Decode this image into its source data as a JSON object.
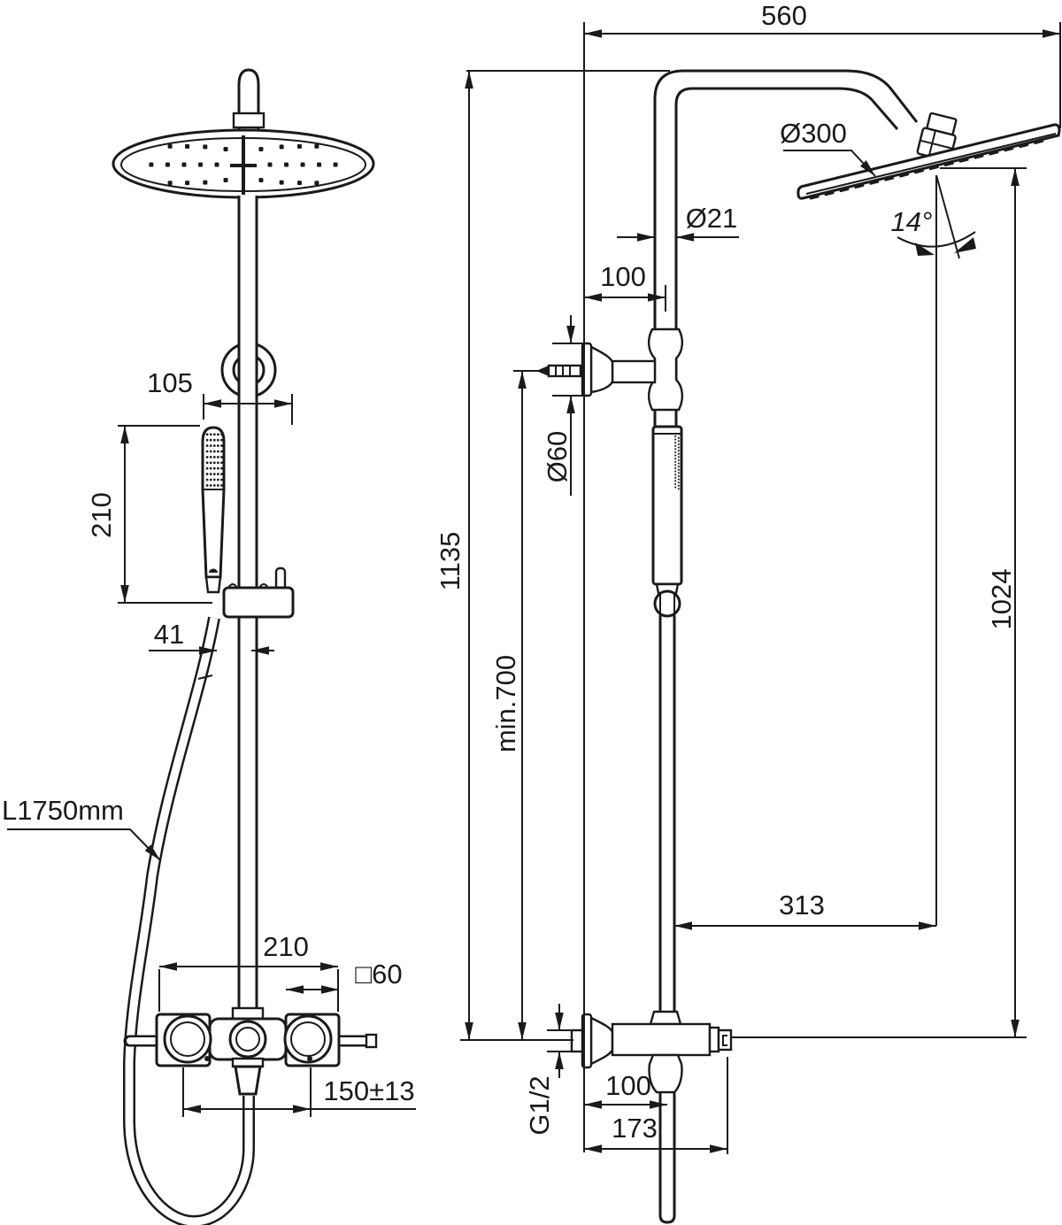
{
  "drawing": {
    "kind": "technical dimension drawing",
    "subject": "exposed shower system with overhead rain shower, hand shower and dual-control mixer valve",
    "ink_color": "#1a1a1a",
    "background_color": "#ffffff",
    "front_view": {
      "dim_head_offset": "105",
      "dim_handshower_length": "210",
      "dim_hose_offset": "41",
      "hose_length_label": "L1750mm",
      "dim_valve_width": "210",
      "dim_escutcheon_square": "□60",
      "dim_connection_centers": "150±13"
    },
    "side_view": {
      "dim_arm_reach": "560",
      "dim_head_diameter": "Ø300",
      "dim_pipe_diameter": "Ø21",
      "dim_bracket_offset": "100",
      "dim_bracket_flange_diameter": "Ø60",
      "dim_head_angle": "14°",
      "dim_total_height": "1135",
      "dim_min_height": "min.700",
      "dim_head_above_outlet": "1024",
      "dim_head_to_wall": "313",
      "dim_inlet_thread": "G1/2",
      "dim_wall_to_pipe": "100",
      "dim_wall_to_outlet": "173"
    }
  }
}
